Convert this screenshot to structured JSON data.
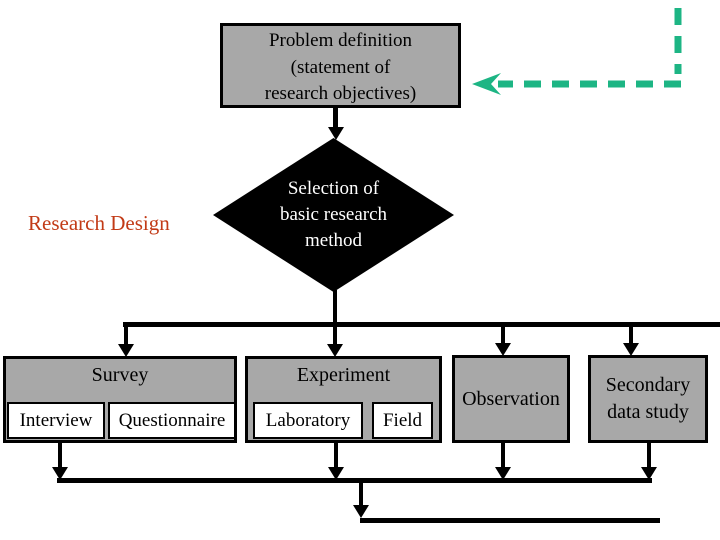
{
  "colors": {
    "box_fill": "#a8a8a8",
    "line": "#000000",
    "diamond_fill": "#000000",
    "diamond_text": "#ffffff",
    "stage_label": "#c23a16",
    "feedback_arrow": "#1db584"
  },
  "nodes": {
    "problem_lines": [
      "Problem definition",
      "(statement of",
      "research objectives)"
    ],
    "diamond_lines": [
      "Selection of",
      "basic research",
      "method"
    ],
    "stage_label": "Research Design",
    "survey": "Survey",
    "interview": "Interview",
    "questionnaire": "Questionnaire",
    "experiment": "Experiment",
    "laboratory": "Laboratory",
    "field": "Field",
    "observation": "Observation",
    "secondary_lines": [
      "Secondary",
      "data study"
    ]
  }
}
